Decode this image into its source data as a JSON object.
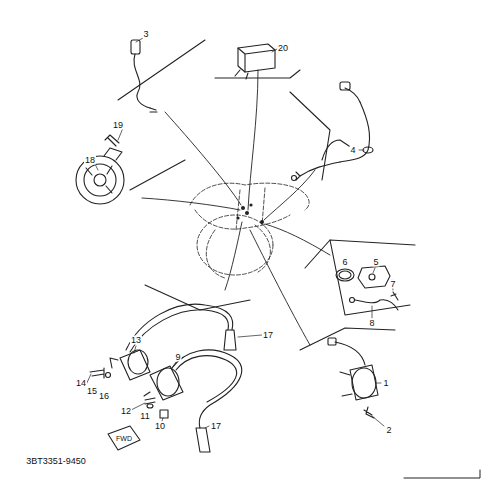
{
  "diagram": {
    "labels": [
      "3",
      "20",
      "4",
      "19",
      "18",
      "6",
      "5",
      "7",
      "8",
      "13",
      "9",
      "17",
      "17",
      "14",
      "15",
      "16",
      "12",
      "11",
      "10",
      "1",
      "2",
      "FWD",
      "3BT3351-9450"
    ]
  }
}
